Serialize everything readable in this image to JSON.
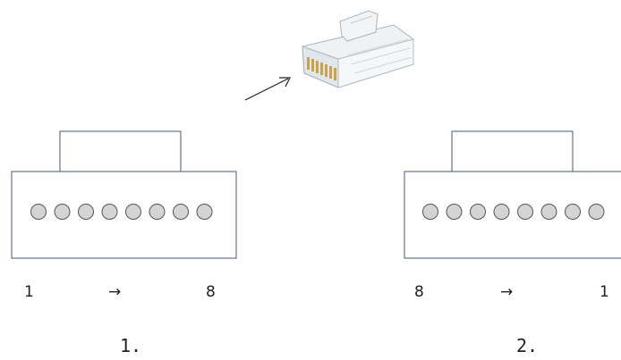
{
  "colors": {
    "outline": "#4a5a78",
    "pin_fill": "#d4d4d4",
    "pin_stroke": "#555555",
    "text": "#222222"
  },
  "icons": {
    "connector_photo": "rj45-plug-icon",
    "pointer": "arrow-icon"
  },
  "diagram_1": {
    "pin_count": 8,
    "left_label": "1",
    "arrow_label": "→",
    "right_label": "8",
    "caption": "1."
  },
  "diagram_2": {
    "pin_count": 8,
    "left_label": "8",
    "arrow_label": "→",
    "right_label": "1",
    "caption": "2."
  }
}
